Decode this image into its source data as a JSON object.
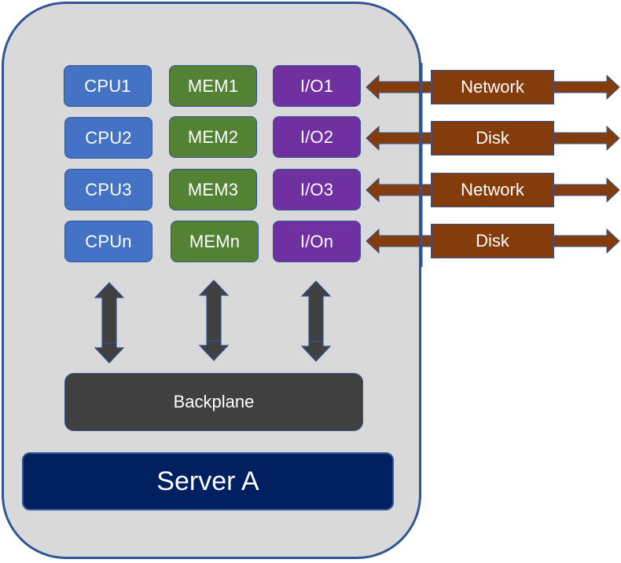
{
  "diagram": {
    "server": {
      "label": "Server A",
      "fill": "#002060"
    },
    "backplane": {
      "label": "Backplane",
      "fill": "#404040"
    },
    "frame": {
      "fill": "#d9d9d9",
      "border": "#2f5597"
    },
    "rows": [
      {
        "cpu": "CPU1",
        "mem": "MEM1",
        "io": "I/O1",
        "link": "Network"
      },
      {
        "cpu": "CPU2",
        "mem": "MEM2",
        "io": "I/O2",
        "link": "Disk"
      },
      {
        "cpu": "CPU3",
        "mem": "MEM3",
        "io": "I/O3",
        "link": "Network"
      },
      {
        "cpu": "CPUn",
        "mem": "MEMn",
        "io": "I/On",
        "link": "Disk"
      }
    ],
    "colors": {
      "cpu": "#4472c4",
      "mem": "#548235",
      "io": "#7030a0",
      "external_link": "#843c0c",
      "bus_arrow": "#404040",
      "outline": "#2f5597"
    },
    "bus_arrows": [
      {
        "from": "CPU",
        "to": "Backplane",
        "direction": "bidirectional"
      },
      {
        "from": "MEM",
        "to": "Backplane",
        "direction": "bidirectional"
      },
      {
        "from": "I/O",
        "to": "Backplane",
        "direction": "bidirectional"
      }
    ]
  }
}
